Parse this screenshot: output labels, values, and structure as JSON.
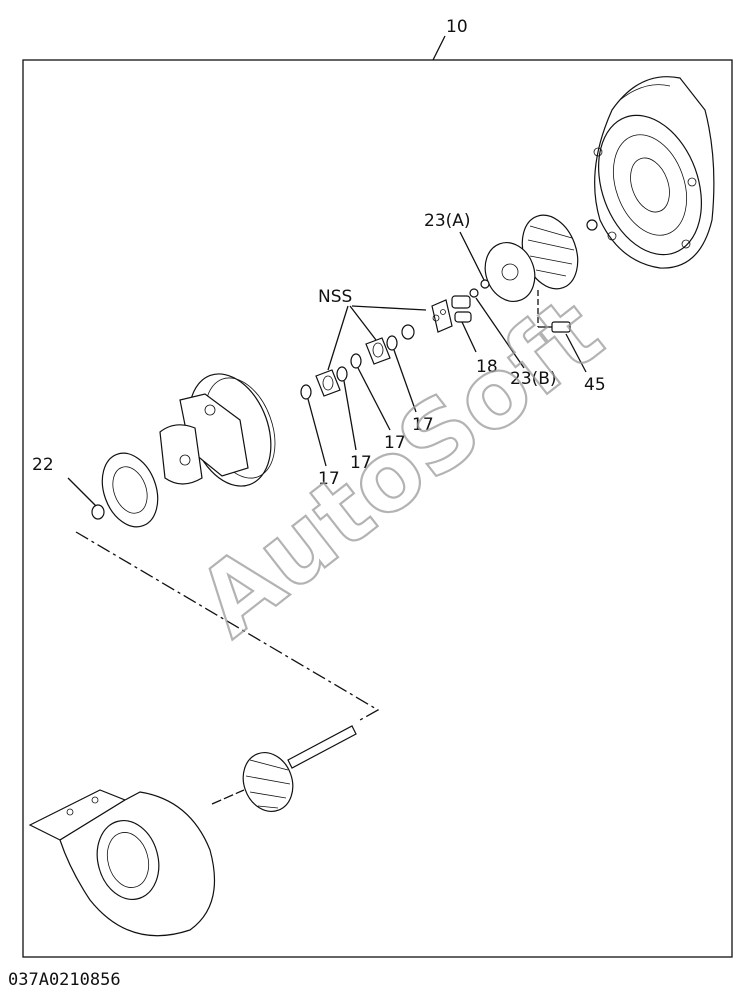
{
  "diagram": {
    "assembly_label": "10",
    "figure_code": "037A0210856",
    "watermark": "AutoSoft",
    "callouts": {
      "c22": "22",
      "nss": "NSS",
      "c23a": "23(A)",
      "c18": "18",
      "c23b": "23(B)",
      "c45": "45",
      "c17a": "17",
      "c17b": "17",
      "c17c": "17",
      "c17d": "17"
    }
  }
}
